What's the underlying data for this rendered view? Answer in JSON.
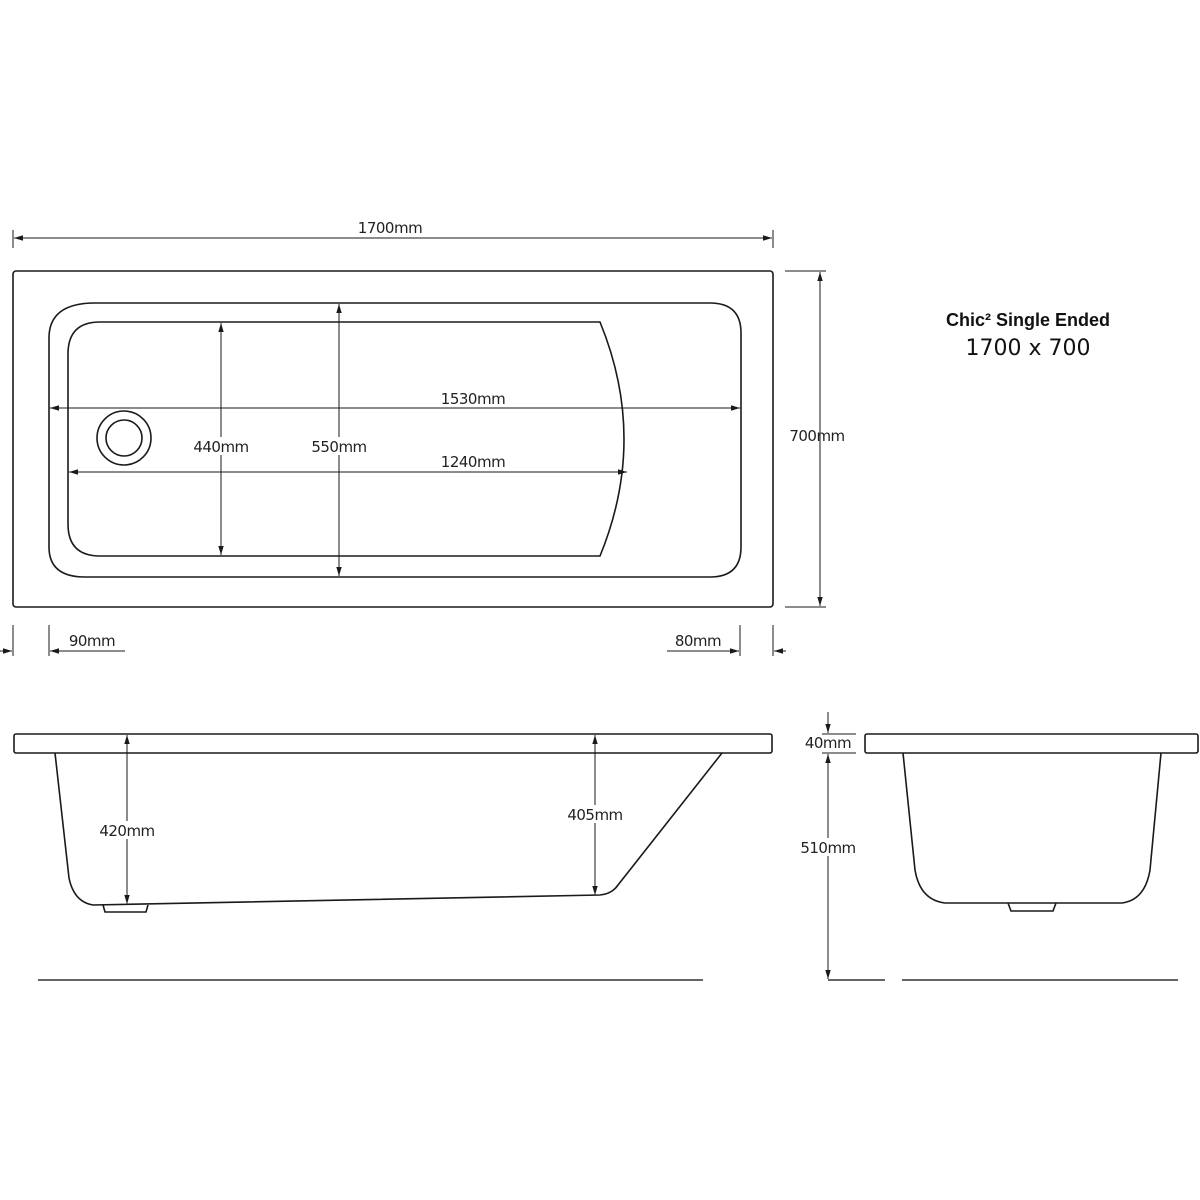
{
  "title": {
    "product_name": "Chic² Single Ended",
    "size": "1700 x 700"
  },
  "top_view": {
    "overall_length": "1700mm",
    "overall_width": "700mm",
    "inner_length": "1530mm",
    "floor_length": "1240mm",
    "floor_width": "440mm",
    "inner_width": "550mm",
    "left_rim": "90mm",
    "right_rim": "80mm"
  },
  "side_view": {
    "depth_waste_end": "420mm",
    "depth_far_end": "405mm"
  },
  "end_view": {
    "rim_thickness": "40mm",
    "overall_height": "510mm"
  }
}
